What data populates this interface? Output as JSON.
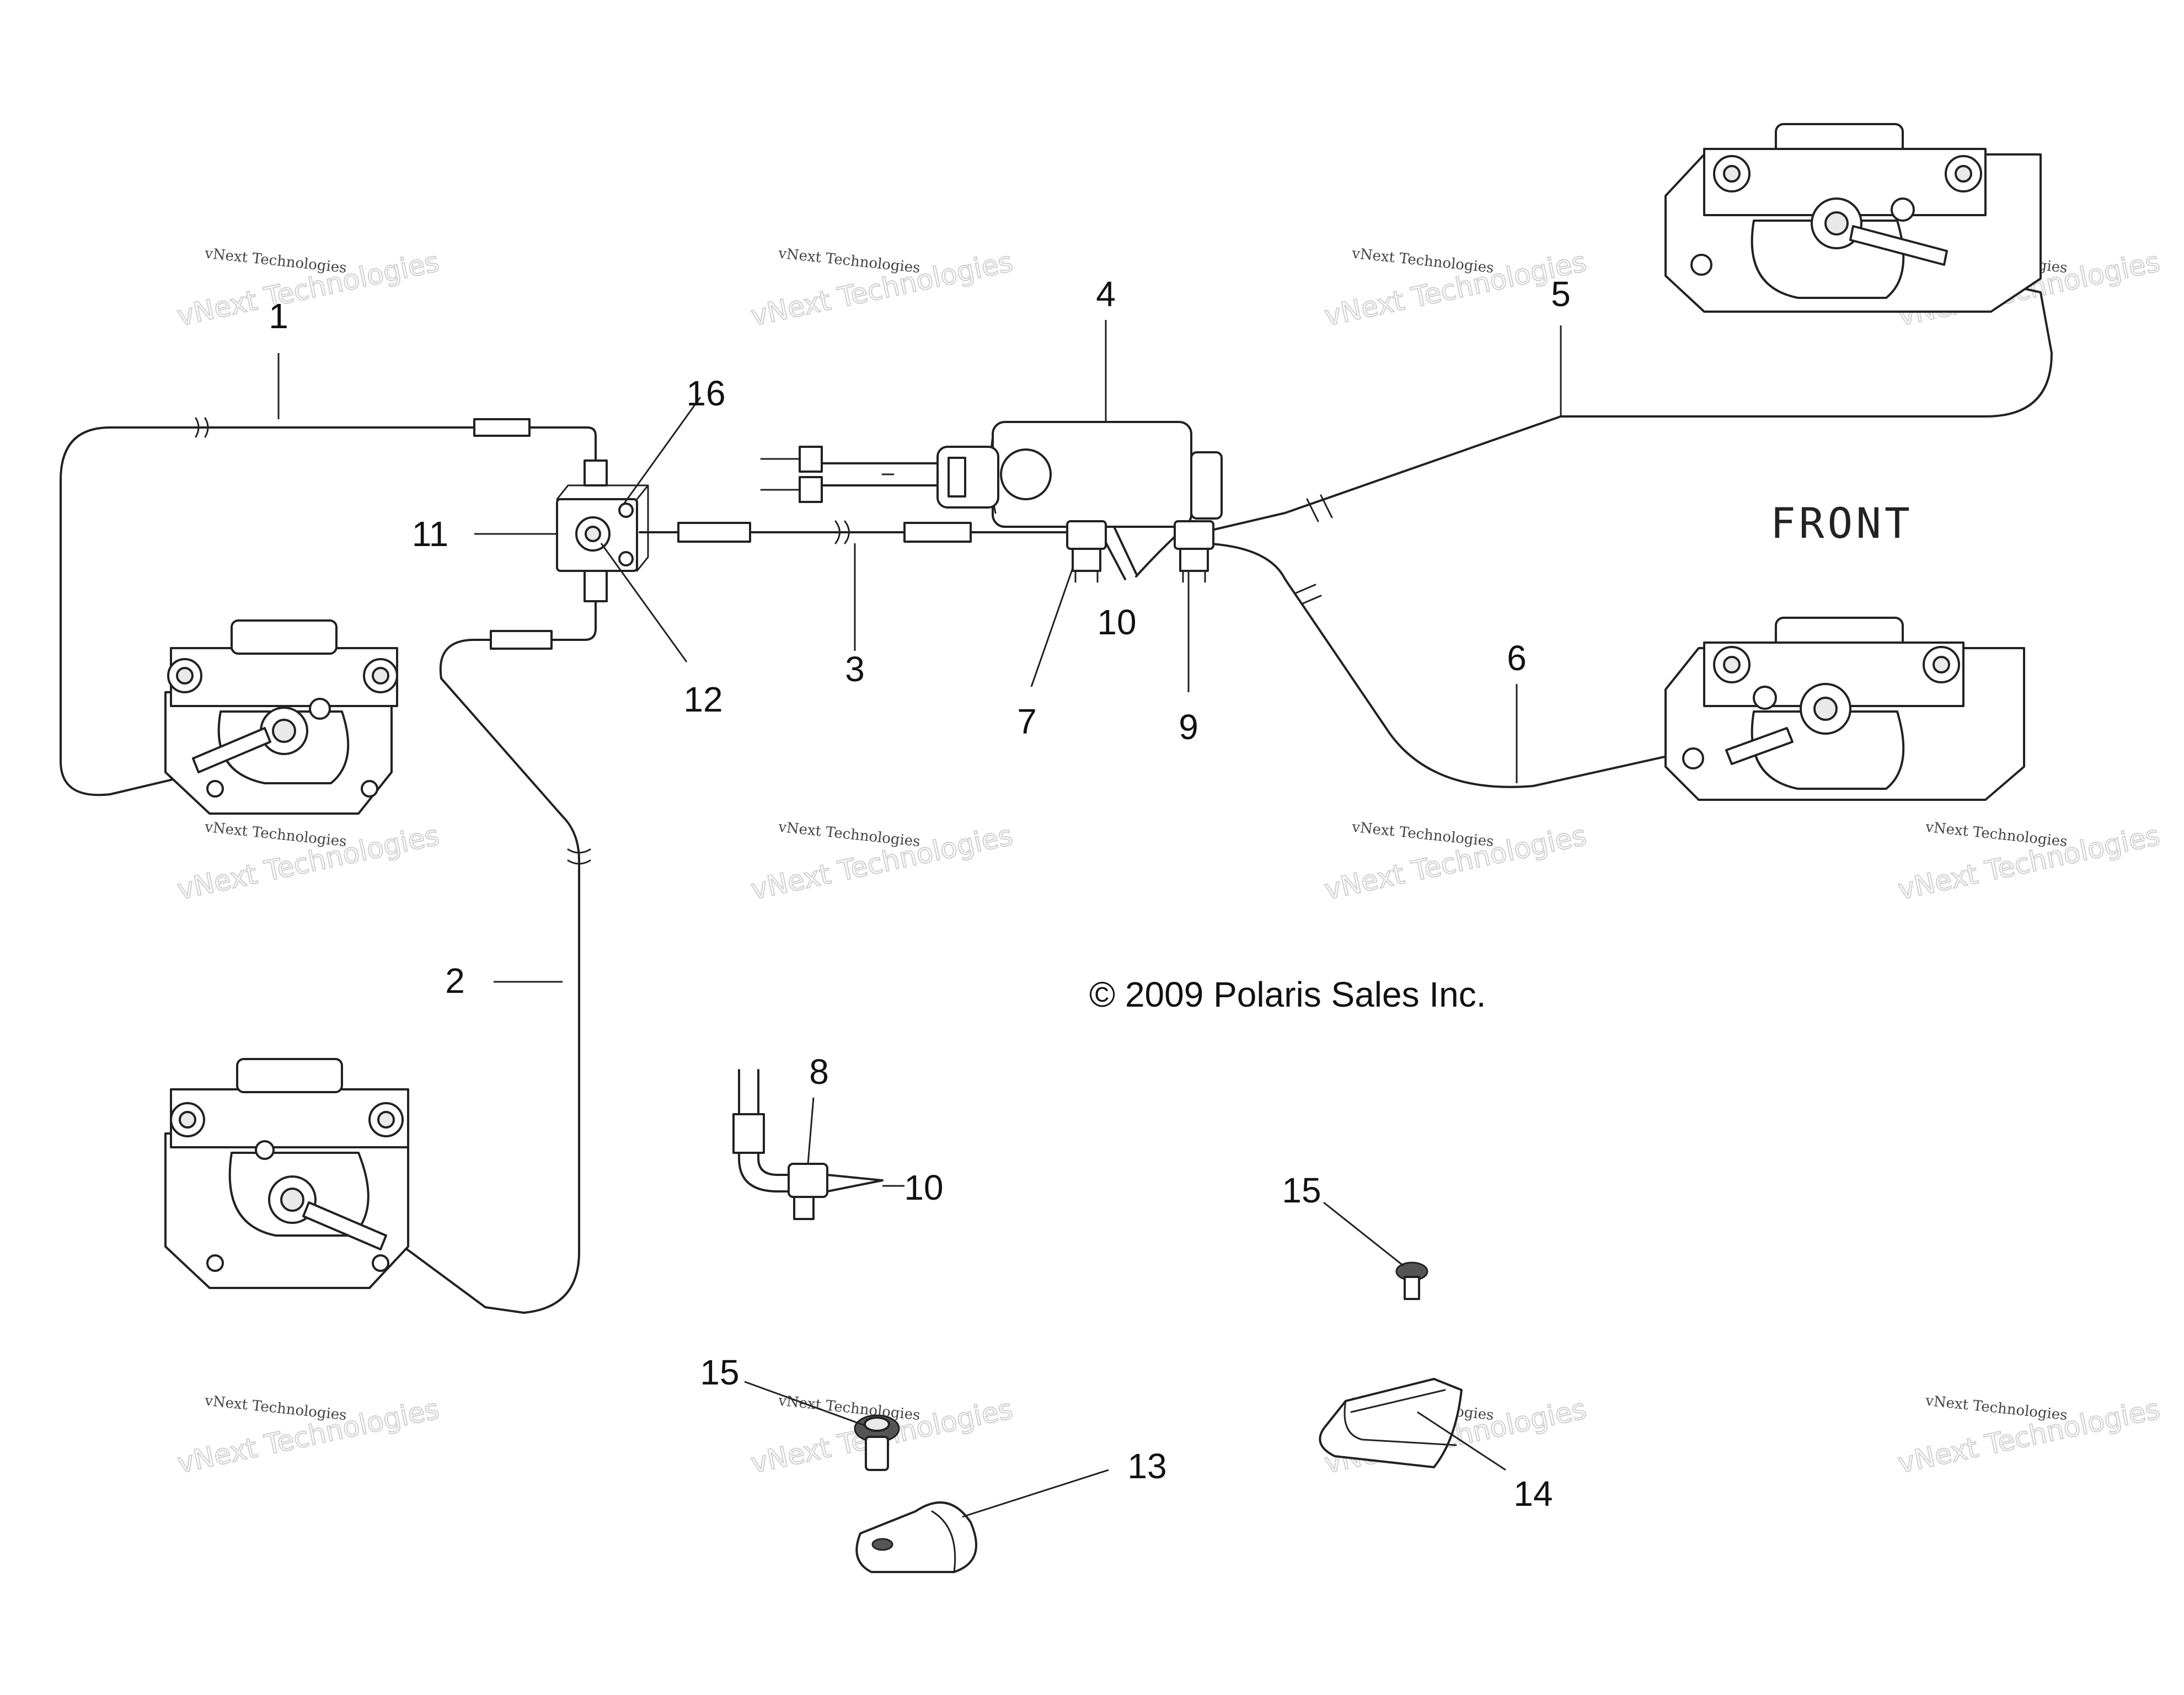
{
  "callouts": [
    {
      "id": "1",
      "text": "1"
    },
    {
      "id": "2",
      "text": "2"
    },
    {
      "id": "3",
      "text": "3"
    },
    {
      "id": "4",
      "text": "4"
    },
    {
      "id": "5",
      "text": "5"
    },
    {
      "id": "6",
      "text": "6"
    },
    {
      "id": "7",
      "text": "7"
    },
    {
      "id": "8",
      "text": "8"
    },
    {
      "id": "9",
      "text": "9"
    },
    {
      "id": "10a",
      "text": "10"
    },
    {
      "id": "10b",
      "text": "10"
    },
    {
      "id": "11",
      "text": "11"
    },
    {
      "id": "12",
      "text": "12"
    },
    {
      "id": "13",
      "text": "13"
    },
    {
      "id": "14",
      "text": "14"
    },
    {
      "id": "15a",
      "text": "15"
    },
    {
      "id": "15b",
      "text": "15"
    },
    {
      "id": "16",
      "text": "16"
    }
  ],
  "front_label": "FRONT",
  "copyright": "© 2009 Polaris Sales Inc.",
  "watermark": {
    "line1": "vNext Technologies",
    "line2": "vNext Technologies"
  }
}
